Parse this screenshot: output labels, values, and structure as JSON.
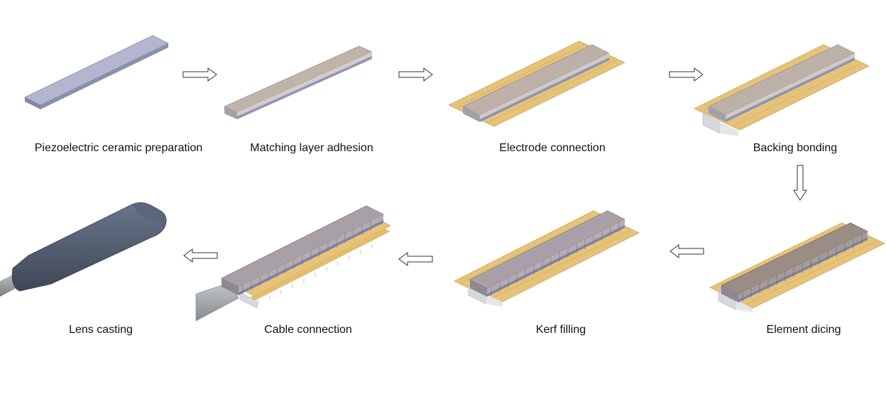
{
  "steps": [
    {
      "label": "Piezoelectric ceramic preparation"
    },
    {
      "label": "Matching layer adhesion"
    },
    {
      "label": "Electrode connection"
    },
    {
      "label": "Backing bonding"
    },
    {
      "label": "Element dicing"
    },
    {
      "label": "Kerf filling"
    },
    {
      "label": "Cable connection"
    },
    {
      "label": "Lens casting"
    }
  ],
  "colors": {
    "ceramic": "#a9adc6",
    "matching": "#bdb1aa",
    "flex": "#e8c77e",
    "backing": "#d8dadf",
    "cable": "#9ea0a4",
    "lens": "#4f5a6b",
    "arrow": "#333333"
  }
}
